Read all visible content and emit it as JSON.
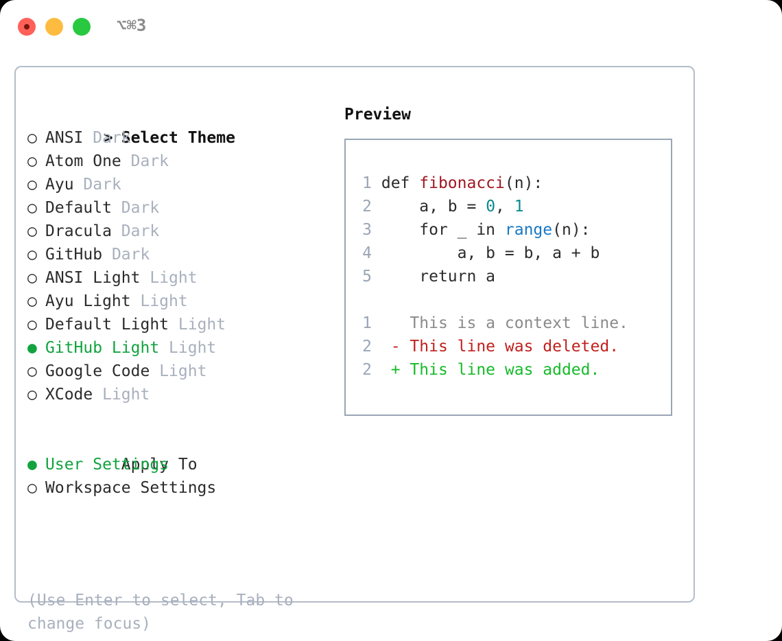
{
  "window": {
    "title": "⌥⌘3",
    "controls": [
      {
        "name": "close",
        "color": "#ff6058"
      },
      {
        "name": "minimize",
        "color": "#fdbc40"
      },
      {
        "name": "maximize",
        "color": "#28c840"
      }
    ]
  },
  "theme_picker": {
    "prompt": ">",
    "header": "Select Theme",
    "bullet_unselected": "○",
    "bullet_selected": "●",
    "items": [
      {
        "bullet": "○",
        "name": "ANSI",
        "variant": "Dark",
        "selected": false
      },
      {
        "bullet": "○",
        "name": "Atom One",
        "variant": "Dark",
        "selected": false
      },
      {
        "bullet": "○",
        "name": "Ayu",
        "variant": "Dark",
        "selected": false
      },
      {
        "bullet": "○",
        "name": "Default",
        "variant": "Dark",
        "selected": false
      },
      {
        "bullet": "○",
        "name": "Dracula",
        "variant": "Dark",
        "selected": false
      },
      {
        "bullet": "○",
        "name": "GitHub",
        "variant": "Dark",
        "selected": false
      },
      {
        "bullet": "○",
        "name": "ANSI Light",
        "variant": "Light",
        "selected": false
      },
      {
        "bullet": "○",
        "name": "Ayu Light",
        "variant": "Light",
        "selected": false
      },
      {
        "bullet": "○",
        "name": "Default Light",
        "variant": "Light",
        "selected": false
      },
      {
        "bullet": "●",
        "name": "GitHub Light",
        "variant": "Light",
        "selected": true
      },
      {
        "bullet": "○",
        "name": "Google Code",
        "variant": "Light",
        "selected": false
      },
      {
        "bullet": "○",
        "name": "XCode",
        "variant": "Light",
        "selected": false
      }
    ]
  },
  "apply_to": {
    "header": "Apply To",
    "options": [
      {
        "bullet": "●",
        "label": "User Settings",
        "selected": true
      },
      {
        "bullet": "○",
        "label": "Workspace Settings",
        "selected": false
      }
    ]
  },
  "hint": "(Use Enter to select, Tab to change focus)",
  "preview": {
    "label": "Preview",
    "code_lines": [
      {
        "num": "1",
        "parts": [
          {
            "t": "def ",
            "c": "plain"
          },
          {
            "t": "fibonacci",
            "c": "fn"
          },
          {
            "t": "(n):",
            "c": "plain"
          }
        ]
      },
      {
        "num": "2",
        "parts": [
          {
            "t": "    a, b = ",
            "c": "plain"
          },
          {
            "t": "0",
            "c": "num"
          },
          {
            "t": ", ",
            "c": "plain"
          },
          {
            "t": "1",
            "c": "num"
          }
        ]
      },
      {
        "num": "3",
        "parts": [
          {
            "t": "    for _ in ",
            "c": "plain"
          },
          {
            "t": "range",
            "c": "call"
          },
          {
            "t": "(n):",
            "c": "plain"
          }
        ]
      },
      {
        "num": "4",
        "parts": [
          {
            "t": "        a, b = b, a + b",
            "c": "plain"
          }
        ]
      },
      {
        "num": "5",
        "parts": [
          {
            "t": "    return a",
            "c": "plain"
          }
        ]
      }
    ],
    "diff_lines": [
      {
        "num": "1",
        "marker": "  ",
        "text": "This is a context line.",
        "kind": "ctx"
      },
      {
        "num": "2",
        "marker": "- ",
        "text": "This line was deleted.",
        "kind": "del"
      },
      {
        "num": "2",
        "marker": "+ ",
        "text": "This line was added.",
        "kind": "add"
      }
    ]
  },
  "colors": {
    "accent_green": "#12a33f",
    "muted": "#a8b0bd",
    "border": "#b4bcca",
    "preview_border": "#9aa5b5",
    "fn": "#a01722",
    "num": "#0b8a8f",
    "call": "#1878c4",
    "diff_add": "#16bb2a",
    "diff_del": "#c0211d",
    "diff_ctx": "#8a8a8a"
  }
}
